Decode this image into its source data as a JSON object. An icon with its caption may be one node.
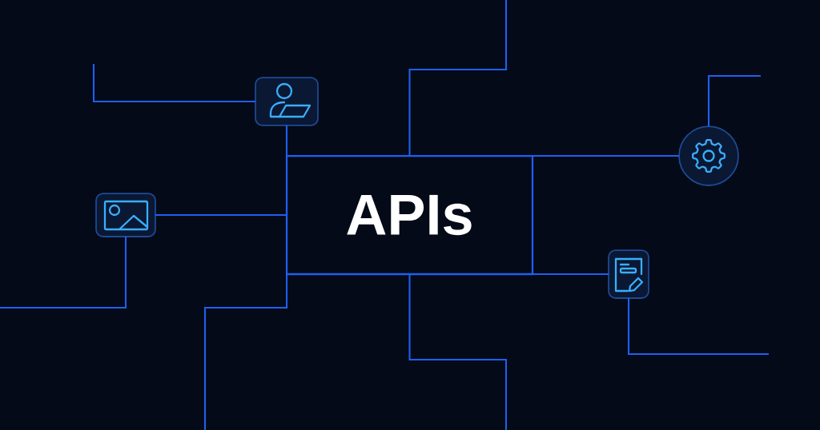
{
  "diagram": {
    "nodes": [
      {
        "text": [
          "APIs"
        ]
      },
      {
        "text": [],
        "shape": "picture"
      },
      {
        "text": [],
        "shape": "picture"
      },
      {
        "text": [],
        "shape": "picture"
      },
      {
        "text": [],
        "shape": "picture"
      }
    ],
    "edges": [
      {
        "from": 1,
        "to": 0,
        "arrow": "none"
      },
      {
        "from": 2,
        "to": 0,
        "arrow": "none"
      },
      {
        "from": 0,
        "to": 3,
        "arrow": "none"
      },
      {
        "from": 0,
        "to": 4,
        "arrow": "none"
      },
      {
        "from": 1,
        "to": null,
        "arrow": "none"
      },
      {
        "from": 0,
        "to": null,
        "arrow": "none"
      },
      {
        "from": 3,
        "to": null,
        "arrow": "none"
      },
      {
        "from": 2,
        "to": null,
        "arrow": "none"
      },
      {
        "from": 0,
        "to": null,
        "arrow": "none"
      },
      {
        "from": 0,
        "to": null,
        "arrow": "none"
      },
      {
        "from": 4,
        "to": null,
        "arrow": "none"
      }
    ]
  }
}
